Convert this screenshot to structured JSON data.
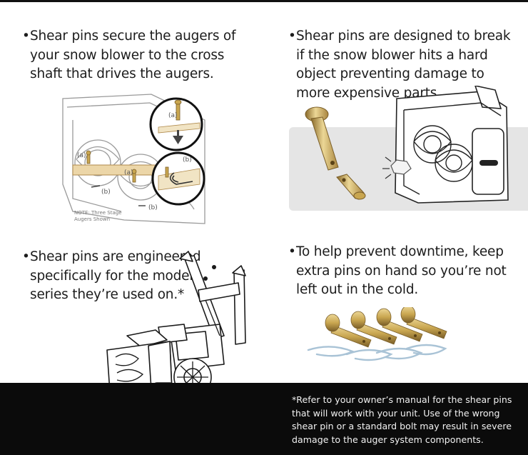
{
  "bullets": {
    "secure": {
      "marker": "•",
      "text": "Shear pins secure the augers of your snow blower to the cross shaft that drives the augers."
    },
    "break": {
      "marker": "•",
      "text": "Shear pins are designed to break if the snow blower hits a hard object preventing damage to more expensive parts."
    },
    "engineered": {
      "marker": "•",
      "text": "Shear pins are engineered specifically for the model series they’re used on.*"
    },
    "downtime": {
      "marker": "•",
      "text": "To help prevent downtime, keep extra pins on hand so you’re not left out in the cold."
    }
  },
  "diagram": {
    "label_a": "(a)",
    "label_b": "(b)",
    "note_line1": "NOTE: Three Stage",
    "note_line2": "Augers Shown"
  },
  "footer": {
    "note": "*Refer to your owner’s manual for the shear pins that will work with your unit. Use of the wrong shear pin or a standard bolt may result in severe damage to the auger system components."
  },
  "colors": {
    "pin_brass": "#c9a650",
    "pin_highlight": "#ecd796",
    "pin_shadow": "#8a6a2a",
    "clip_steel": "#a9c3d6",
    "gray_panel": "#e5e5e5",
    "footer_bg": "#0b0b0b",
    "line_art": "#333333"
  }
}
